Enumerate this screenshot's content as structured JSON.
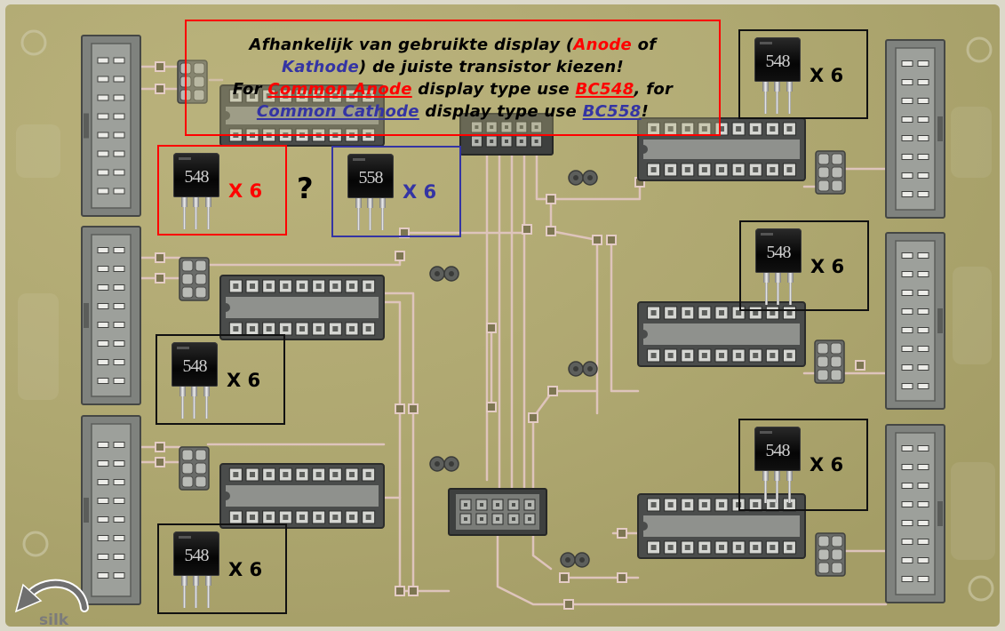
{
  "notice": {
    "l1_a": "Afhankelijk van gebruikte display (",
    "l1_anode": "Anode",
    "l1_b": " of",
    "l2_kathode": "Kathode",
    "l2_b": ") de juiste transistor kiezen!",
    "l3_a": "For ",
    "l3_common_anode": "Common Anode",
    "l3_b": " display type use ",
    "l3_bc548": "BC548",
    "l3_c": ", for",
    "l4_common_cathode": "Common Cathode",
    "l4_b": " display type use ",
    "l4_bc558": "BC558",
    "l4_c": "!"
  },
  "question_mark": "?",
  "transistors": [
    {
      "marking": "548",
      "quantity": "X 6"
    },
    {
      "marking": "548",
      "quantity": "X 6"
    },
    {
      "marking": "558",
      "quantity": "X 6"
    },
    {
      "marking": "548",
      "quantity": "X 6"
    },
    {
      "marking": "548",
      "quantity": "X 6"
    },
    {
      "marking": "548",
      "quantity": "X 6"
    },
    {
      "marking": "548",
      "quantity": "X 6"
    }
  ],
  "logo": {
    "text": "silk",
    "icon": "curved-arrow-icon"
  },
  "colors": {
    "anode": "#ff0000",
    "cathode": "#3434a4",
    "board": "#afa872",
    "trace": "#dec4bc"
  }
}
